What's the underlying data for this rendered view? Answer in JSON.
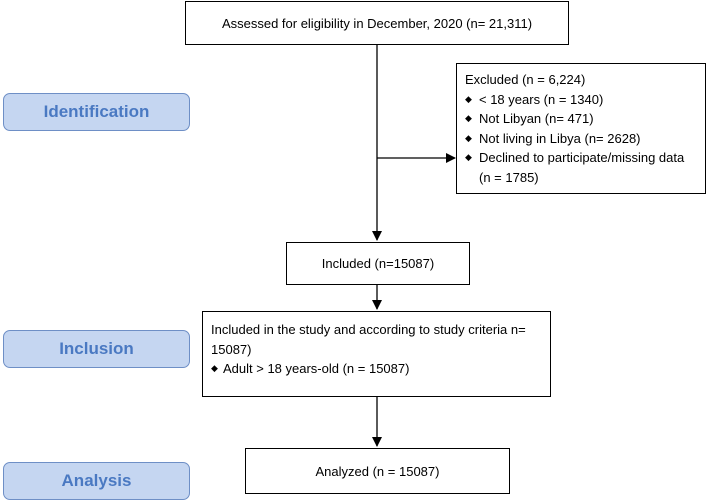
{
  "stages": {
    "identification": "Identification",
    "inclusion": "Inclusion",
    "analysis": "Analysis"
  },
  "boxes": {
    "assessed": "Assessed for eligibility in December, 2020 (n= 21,311)",
    "excluded": {
      "title": "Excluded (n = 6,224)",
      "items": [
        "< 18 years (n = 1340)",
        "Not Libyan (n= 471)",
        "Not living in Libya (n= 2628)",
        "Declined to participate/missing data (n = 1785)"
      ]
    },
    "included": "Included (n=15087)",
    "study": {
      "title": "Included in the study and according to study criteria n= 15087)",
      "items": [
        "Adult > 18 years-old (n = 15087)"
      ]
    },
    "analyzed": "Analyzed (n = 15087)"
  },
  "colors": {
    "stage_fill": "#c5d6f1",
    "stage_border": "#6e8fc6",
    "stage_text": "#4a79c2"
  },
  "icons": {
    "bullet": "diamond-bullet-icon"
  }
}
